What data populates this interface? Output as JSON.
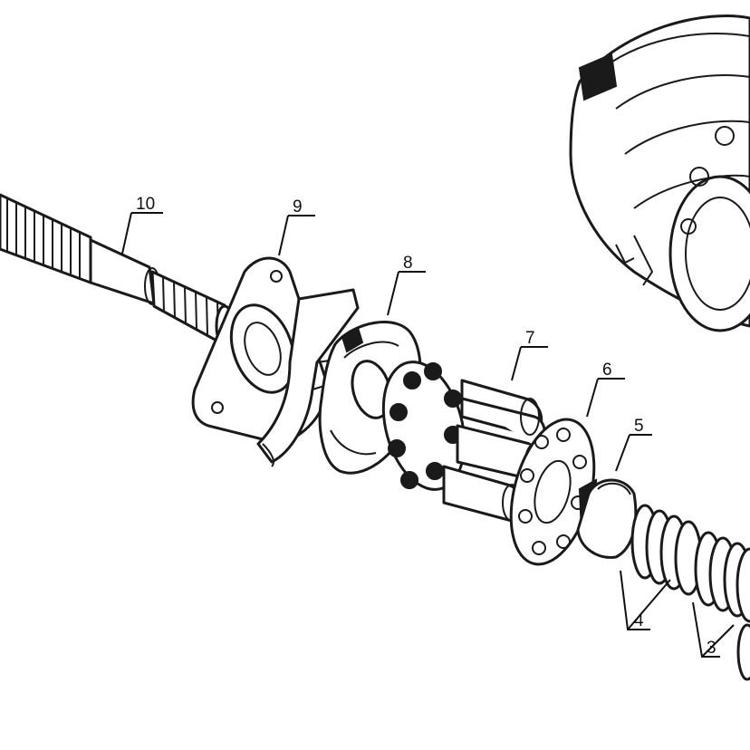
{
  "callouts": {
    "c10": "10",
    "c9": "9",
    "c8": "8",
    "c7": "7",
    "c6": "6",
    "c5": "5",
    "c4": "4",
    "c3": "3"
  }
}
